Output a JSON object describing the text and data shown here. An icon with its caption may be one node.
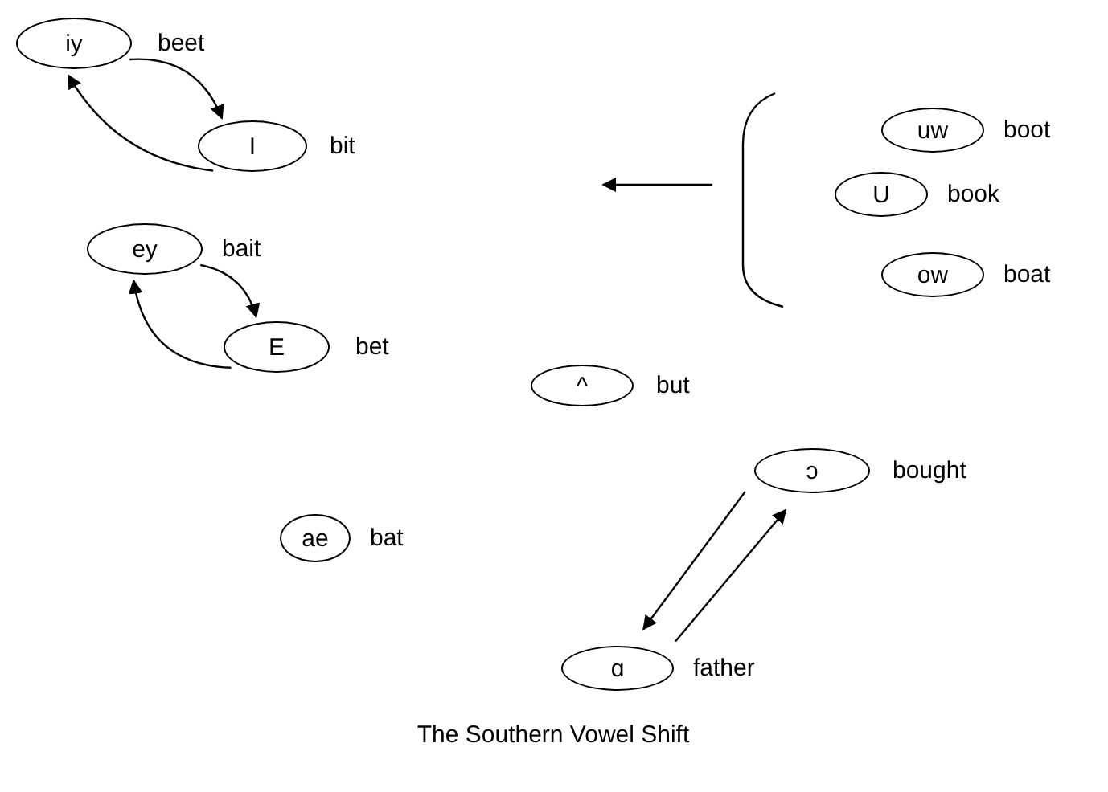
{
  "diagram": {
    "caption": "The Southern Vowel Shift",
    "nodes": [
      {
        "text": [
          "iy"
        ],
        "beside": [
          "beet"
        ]
      },
      {
        "text": [
          "I"
        ],
        "beside": [
          "bit"
        ]
      },
      {
        "text": [
          "ey"
        ],
        "beside": [
          "bait"
        ]
      },
      {
        "text": [
          "E"
        ],
        "beside": [
          "bet"
        ]
      },
      {
        "text": [
          "uw"
        ],
        "beside": [
          "boot"
        ]
      },
      {
        "text": [
          "U"
        ],
        "beside": [
          "book"
        ]
      },
      {
        "text": [
          "ow"
        ],
        "beside": [
          "boat"
        ]
      },
      {
        "text": [
          "^"
        ],
        "beside": [
          "but"
        ]
      },
      {
        "text": [
          "ae"
        ],
        "beside": [
          "bat"
        ]
      },
      {
        "text": [
          "ɔ"
        ],
        "beside": [
          "bought"
        ]
      },
      {
        "text": [
          "ɑ"
        ],
        "beside": [
          "father"
        ]
      }
    ],
    "edges": [
      {
        "from": 0,
        "to": 1,
        "arrow": "to"
      },
      {
        "from": 1,
        "to": 0,
        "arrow": "to"
      },
      {
        "from": 2,
        "to": 3,
        "arrow": "to"
      },
      {
        "from": 3,
        "to": 2,
        "arrow": "to"
      },
      {
        "from": 9,
        "to": 10,
        "arrow": "to"
      },
      {
        "from": 10,
        "to": 9,
        "arrow": "to"
      }
    ]
  }
}
